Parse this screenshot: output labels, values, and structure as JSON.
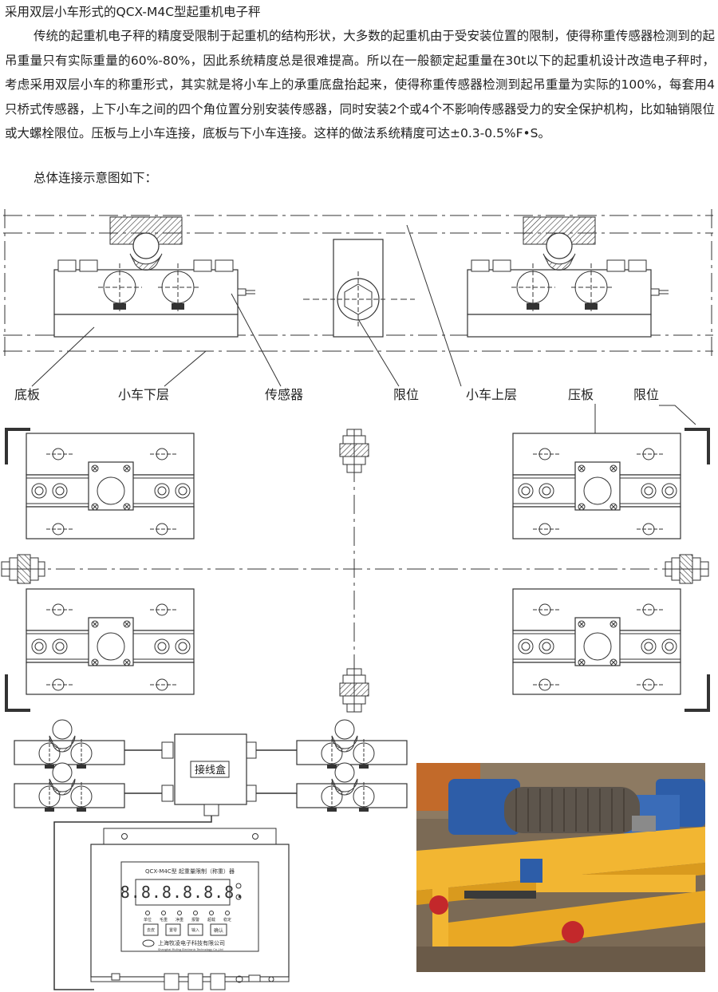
{
  "doc": {
    "title": "采用双层小车形式的QCX-M4C型起重机电子秤",
    "paragraph": "传统的起重机电子秤的精度受限制于起重机的结构形状，大多数的起重机由于受安装位置的限制，使得称重传感器检测到的起吊重量只有实际重量的60%-80%，因此系统精度总是很难提高。所以在一般额定起重量在30t以下的起重机设计改造电子秤时，考虑采用双层小车的称重形式，其实就是将小车上的承重底盘抬起来，使得称重传感器检测到起吊重量为实际的100%，每套用4只桥式传感器，上下小车之间的四个角位置分别安装传感器，同时安装2个或4个不影响传感器受力的安全保护机构，比如轴销限位或大螺栓限位。压板与上小车连接，底板与下小车连接。这样的做法系统精度可达±0.3-0.5%F•S。",
    "intro": "总体连接示意图如下："
  },
  "labels": {
    "base_plate": "底板",
    "lower_trolley": "小车下层",
    "sensor": "传感器",
    "limit_mid": "限位",
    "upper_trolley": "小车上层",
    "press_plate": "压板",
    "limit_right": "限位",
    "junction_box": "接线盒"
  },
  "instrument": {
    "model_line": "QCX-M4C型  起重量限制（称重）器",
    "display": "8.8.8.8.8.8.",
    "indicators": [
      "单位",
      "毛重",
      "净重",
      "报警",
      "超载",
      "稳定"
    ],
    "keys": [
      "去皮",
      "置零",
      "输入",
      "确认"
    ],
    "company": "上海牧凌电子科技有限公司",
    "company_en": "Shanghai Muling Electronic Technology Co.,Ltd"
  },
  "colors": {
    "line": "#333333",
    "photo_frame": "#f2b632",
    "photo_motor": "#2d5da8"
  }
}
